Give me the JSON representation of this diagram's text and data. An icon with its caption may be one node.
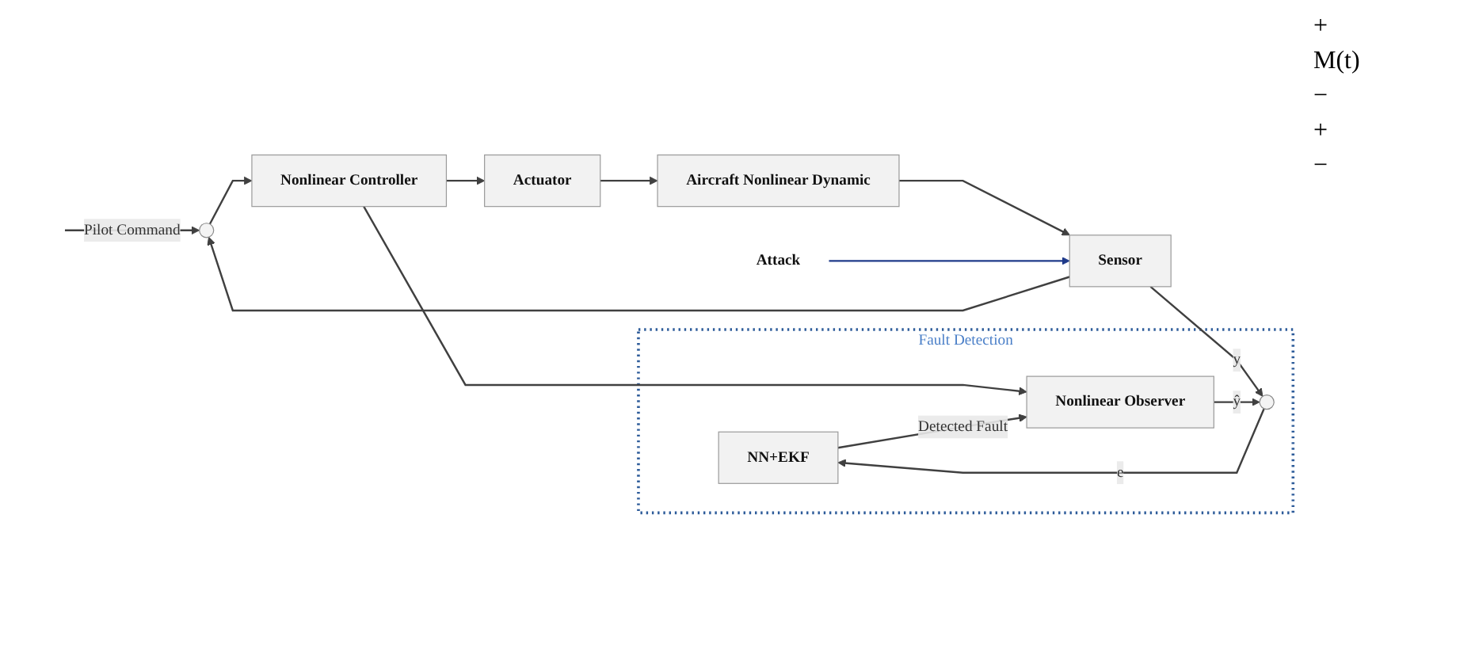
{
  "diagram": {
    "nodes": [
      {
        "text": [
          "Fault Detection"
        ]
      },
      {
        "text": [
          "NN+EKF"
        ],
        "in": 0
      },
      {
        "text": [],
        "shape": "circle",
        "in": 0
      },
      {
        "text": [
          "Nonlinear Observer"
        ],
        "in": 0
      },
      {
        "text": [],
        "shape": "circle"
      },
      {
        "text": [
          "Nonlinear Controller"
        ]
      },
      {
        "text": [
          "Actuator"
        ]
      },
      {
        "text": [
          "Aircraft Nonlinear Dynamic"
        ]
      },
      {
        "text": [
          "Sensor"
        ]
      },
      {
        "text": [
          "Attack"
        ]
      }
    ],
    "edges": [
      {
        "from": null,
        "to": 4,
        "arrow": "to",
        "label": "Pilot Command"
      },
      {
        "from": 4,
        "to": 5,
        "arrow": "to"
      },
      {
        "from": 5,
        "to": 6,
        "arrow": "to"
      },
      {
        "from": 5,
        "to": 3,
        "arrow": "to"
      },
      {
        "from": 6,
        "to": 7,
        "arrow": "to"
      },
      {
        "from": 7,
        "to": 8,
        "arrow": "to"
      },
      {
        "from": 8,
        "to": 4,
        "arrow": "to"
      },
      {
        "from": 8,
        "to": 2,
        "arrow": "to",
        "label": "y"
      },
      {
        "from": 2,
        "to": 1,
        "arrow": "to",
        "label": "e"
      },
      {
        "from": 3,
        "to": 2,
        "arrow": "to",
        "label": "ŷ"
      },
      {
        "from": 1,
        "to": 3,
        "arrow": "to",
        "label": "Detected Fault"
      },
      {
        "from": 9,
        "to": 8,
        "arrow": "to",
        "color": "#1f3a8a"
      }
    ],
    "labels": [
      "+",
      "M(t)",
      "−",
      "+",
      "−"
    ]
  }
}
